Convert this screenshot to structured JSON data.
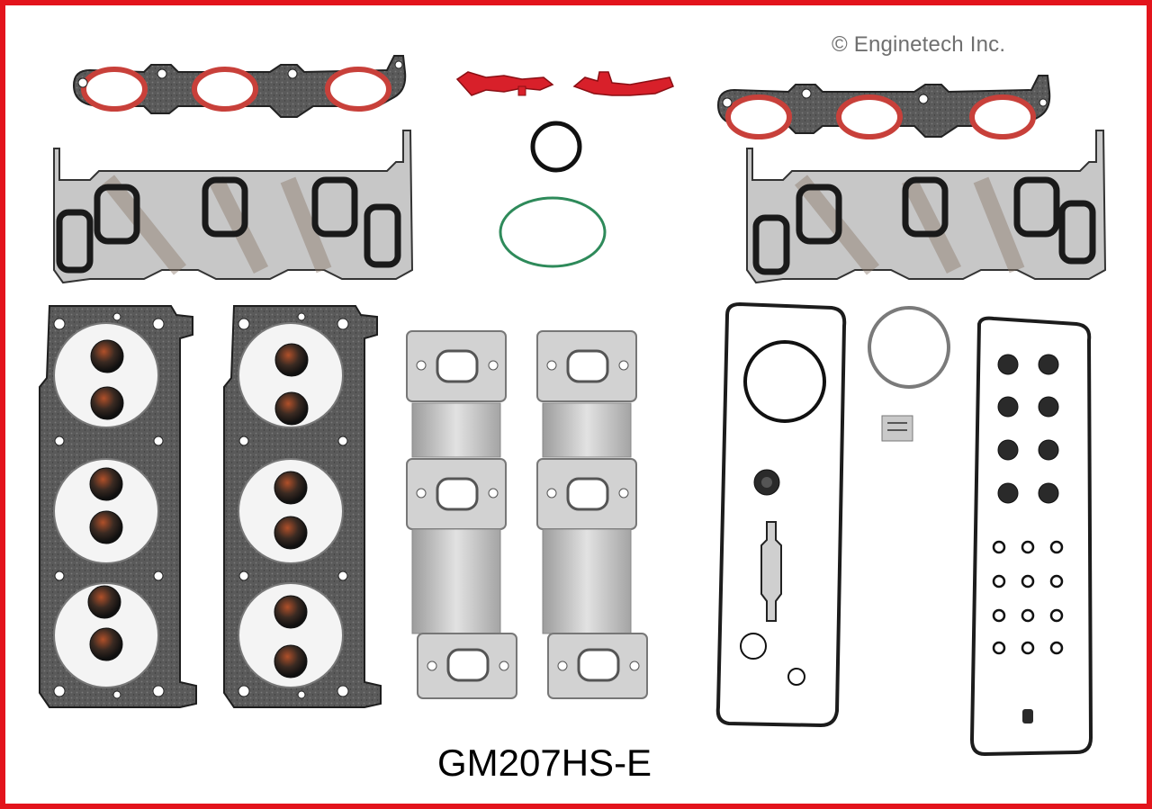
{
  "copyright": "© Enginetech Inc.",
  "part_number": "GM207HS-E",
  "colors": {
    "frame": "#e3141c",
    "gasket_steel": "#3a3a3a",
    "seal_red": "#c8403a",
    "plastic_red": "#d8202a",
    "o_ring_green": "#2e8a5a",
    "heat_shield": "#b9b9b9"
  },
  "components": [
    "intake-manifold-gasket-left",
    "intake-manifold-gasket-right",
    "plastic-clips",
    "o-ring-small",
    "o-ring-large-green",
    "lower-intake-gasket-left",
    "lower-intake-gasket-right",
    "head-gasket-left",
    "head-gasket-right",
    "exhaust-manifold-gasket-left",
    "exhaust-manifold-gasket-right",
    "valve-cover-gasket-left",
    "valve-cover-gasket-right",
    "throttle-body-gasket",
    "valve-stem-seals",
    "misc-seals"
  ]
}
